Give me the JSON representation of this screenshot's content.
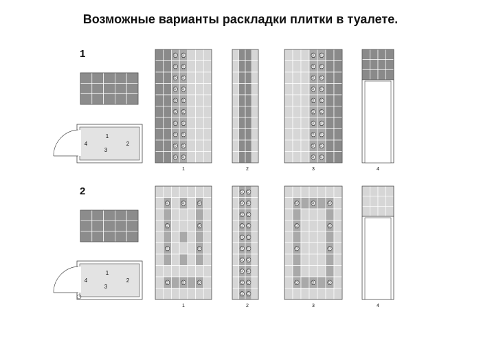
{
  "title": "Возможные варианты раскладки плитки в туалете.",
  "variants": [
    {
      "number": "1",
      "floor_plan_labels": {
        "wall1": "1",
        "wall2": "2",
        "wall3": "3",
        "wall4": "4"
      },
      "wall_captions": [
        "1",
        "2",
        "3",
        "4"
      ]
    },
    {
      "number": "2",
      "floor_plan_labels": {
        "wall1": "1",
        "wall2": "2",
        "wall3": "3",
        "wall4": "4"
      },
      "wall_captions": [
        "1",
        "2",
        "3",
        "4"
      ]
    }
  ],
  "colors": {
    "light_tile": "#d6d6d6",
    "dark_tile": "#8a8a8a",
    "decor_tile": "#a9a9a9",
    "grout": "#ffffff",
    "outline": "#444444"
  },
  "icons": [
    "flower-decor-tile-icon",
    "door-swing-arc-icon"
  ]
}
